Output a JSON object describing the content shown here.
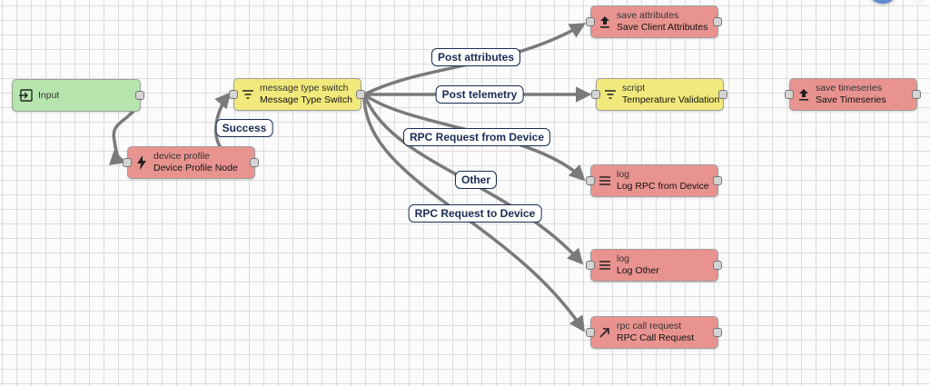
{
  "nodes": {
    "input": {
      "label": "Input",
      "icon": "login-icon"
    },
    "device_profile": {
      "type": "device profile",
      "name": "Device Profile Node",
      "icon": "bolt-icon"
    },
    "message_type_switch": {
      "type": "message type switch",
      "name": "Message Type Switch",
      "icon": "filter-icon"
    },
    "save_attributes": {
      "type": "save attributes",
      "name": "Save Client Attributes",
      "icon": "upload-icon"
    },
    "script": {
      "type": "script",
      "name": "Temperature Validation",
      "icon": "filter-icon"
    },
    "save_timeseries": {
      "type": "save timeseries",
      "name": "Save Timeseries",
      "icon": "upload-icon"
    },
    "log_rpc": {
      "type": "log",
      "name": "Log RPC from Device",
      "icon": "menu-lines-icon"
    },
    "log_other": {
      "type": "log",
      "name": "Log Other",
      "icon": "menu-lines-icon"
    },
    "rpc_call": {
      "type": "rpc call request",
      "name": "RPC Call Request",
      "icon": "arrow-up-right-icon"
    }
  },
  "edges": [
    {
      "from": "input",
      "to": "device_profile",
      "label": ""
    },
    {
      "from": "device_profile",
      "to": "message_type_switch",
      "label": "Success"
    },
    {
      "from": "message_type_switch",
      "to": "save_attributes",
      "label": "Post attributes"
    },
    {
      "from": "message_type_switch",
      "to": "script",
      "label": "Post telemetry"
    },
    {
      "from": "message_type_switch",
      "to": "log_rpc",
      "label": "RPC Request from Device"
    },
    {
      "from": "message_type_switch",
      "to": "log_other",
      "label": "Other"
    },
    {
      "from": "message_type_switch",
      "to": "rpc_call",
      "label": "RPC Request to Device"
    }
  ],
  "colors": {
    "action_node": "#e8938f",
    "filter_node": "#f2e97c",
    "input_node": "#b6e5ad",
    "edge": "#7a7a7a",
    "label_border": "#1a2b52"
  }
}
